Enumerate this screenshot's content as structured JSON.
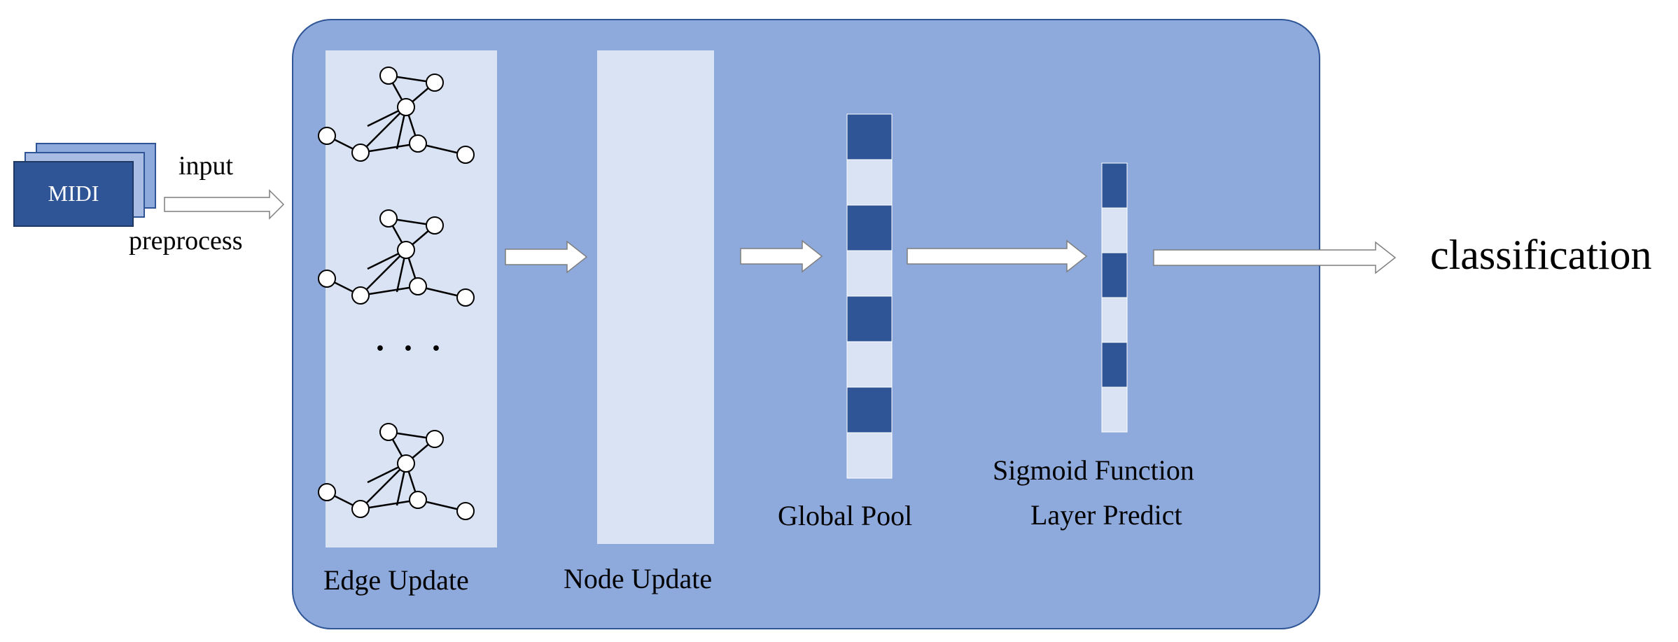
{
  "input_block": {
    "label": "MIDI",
    "arrow_top_label": "input",
    "arrow_bottom_label": "preprocess"
  },
  "panel": {
    "edge_update_label": "Edge Update",
    "node_update_label": "Node Update",
    "ellipsis": "· · ·",
    "global_pool_label": "Global Pool",
    "sigmoid_label_line1": "Sigmoid Function",
    "sigmoid_label_line2": "Layer Predict"
  },
  "output": {
    "label": "classification"
  },
  "colors": {
    "panel_fill": "#8EA9DB",
    "panel_border": "#2F5597",
    "light_block": "#DAE3F3",
    "dark_cell": "#2F5597",
    "midi_front": "#2F5597",
    "midi_back": "#8EA9DB"
  },
  "graphs": {
    "count": 3,
    "note": ""
  },
  "pool_vector": {
    "cells": [
      "dark",
      "light",
      "dark",
      "light",
      "dark",
      "light",
      "dark",
      "light"
    ]
  },
  "sigmoid_vector": {
    "cells": [
      "dark",
      "light",
      "dark",
      "light",
      "dark",
      "light"
    ]
  }
}
